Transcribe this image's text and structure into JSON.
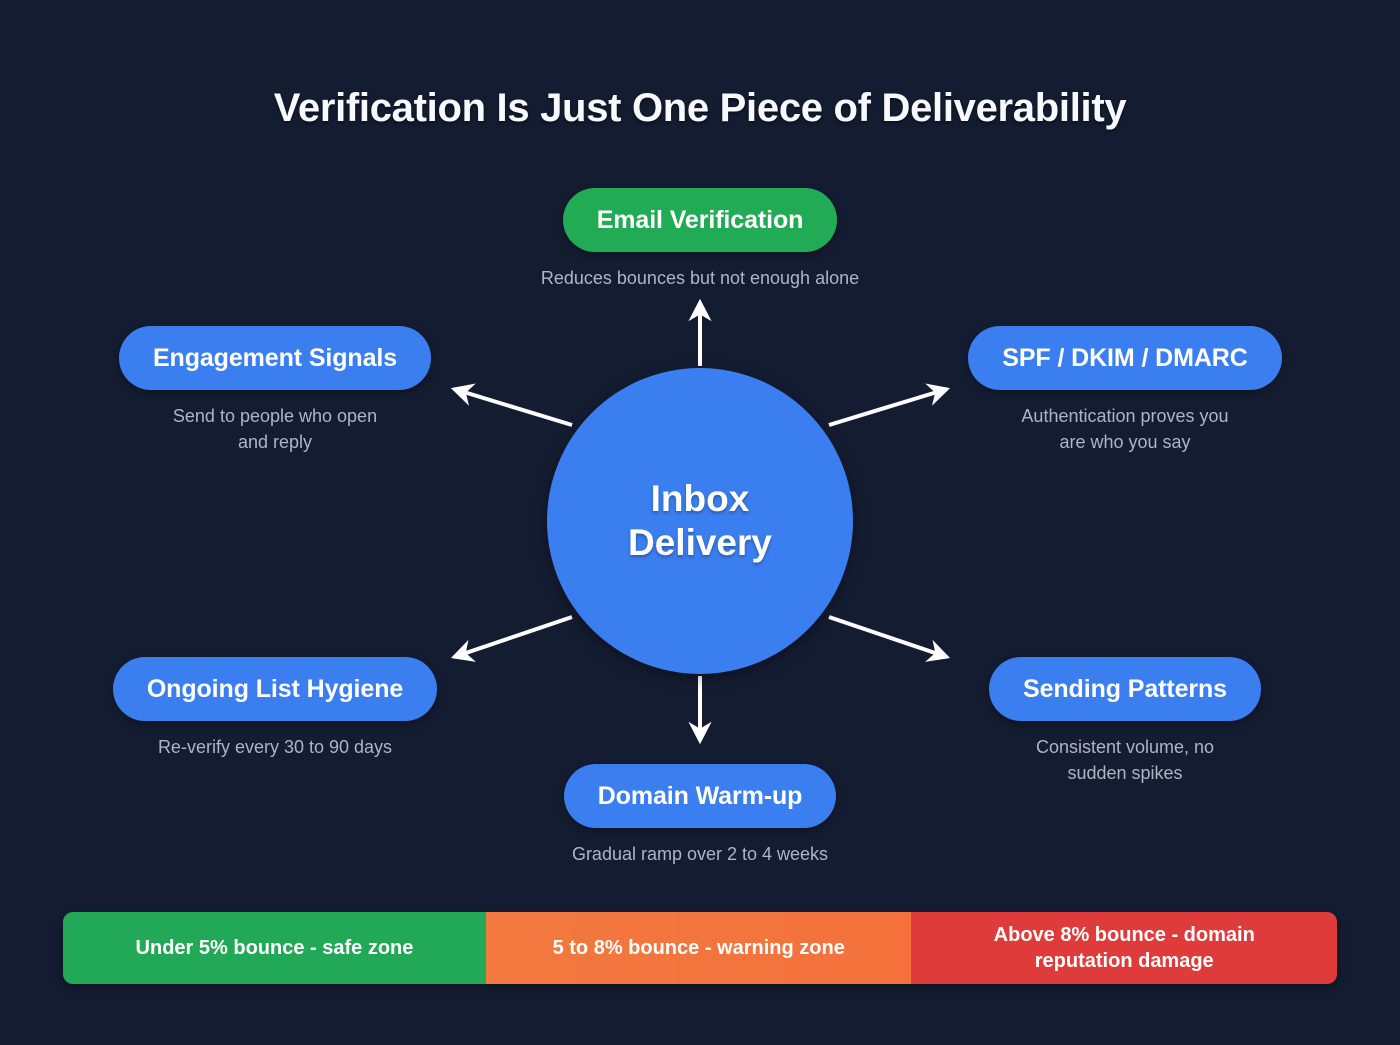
{
  "title": "Verification Is Just One Piece of Deliverability",
  "hub": {
    "label": "Inbox\nDelivery",
    "color": "#3b7ef0"
  },
  "colors": {
    "background": "#141c31",
    "node_blue": "#3b7ef0",
    "node_green": "#22ab55",
    "zone_safe": "#22a957",
    "zone_warning": "#f2793f",
    "zone_danger": "#e03b3b",
    "arrow": "#ffffff",
    "description_text": "#aeb4c2"
  },
  "nodes": [
    {
      "id": "email-verification",
      "label": "Email Verification",
      "description": "Reduces bounces but not enough alone",
      "color": "#22ab55",
      "position": "top"
    },
    {
      "id": "engagement-signals",
      "label": "Engagement Signals",
      "description": "Send to people who open\nand reply",
      "color": "#3b7ef0",
      "position": "upper-left"
    },
    {
      "id": "spf-dkim-dmarc",
      "label": "SPF / DKIM / DMARC",
      "description": "Authentication proves you\nare who you say",
      "color": "#3b7ef0",
      "position": "upper-right"
    },
    {
      "id": "ongoing-list-hygiene",
      "label": "Ongoing List Hygiene",
      "description": "Re-verify every 30 to 90 days",
      "color": "#3b7ef0",
      "position": "lower-left"
    },
    {
      "id": "sending-patterns",
      "label": "Sending Patterns",
      "description": "Consistent volume, no\nsudden spikes",
      "color": "#3b7ef0",
      "position": "lower-right"
    },
    {
      "id": "domain-warm-up",
      "label": "Domain Warm-up",
      "description": "Gradual ramp over 2 to 4 weeks",
      "color": "#3b7ef0",
      "position": "bottom"
    }
  ],
  "zone_bar": {
    "segments": [
      {
        "id": "safe-zone",
        "label": "Under 5% bounce - safe zone",
        "color": "#22a957"
      },
      {
        "id": "warning-zone",
        "label": "5 to 8% bounce - warning zone",
        "color": "#f2793f"
      },
      {
        "id": "danger-zone",
        "label": "Above 8% bounce - domain\nreputation damage",
        "color": "#e03b3b"
      }
    ]
  }
}
